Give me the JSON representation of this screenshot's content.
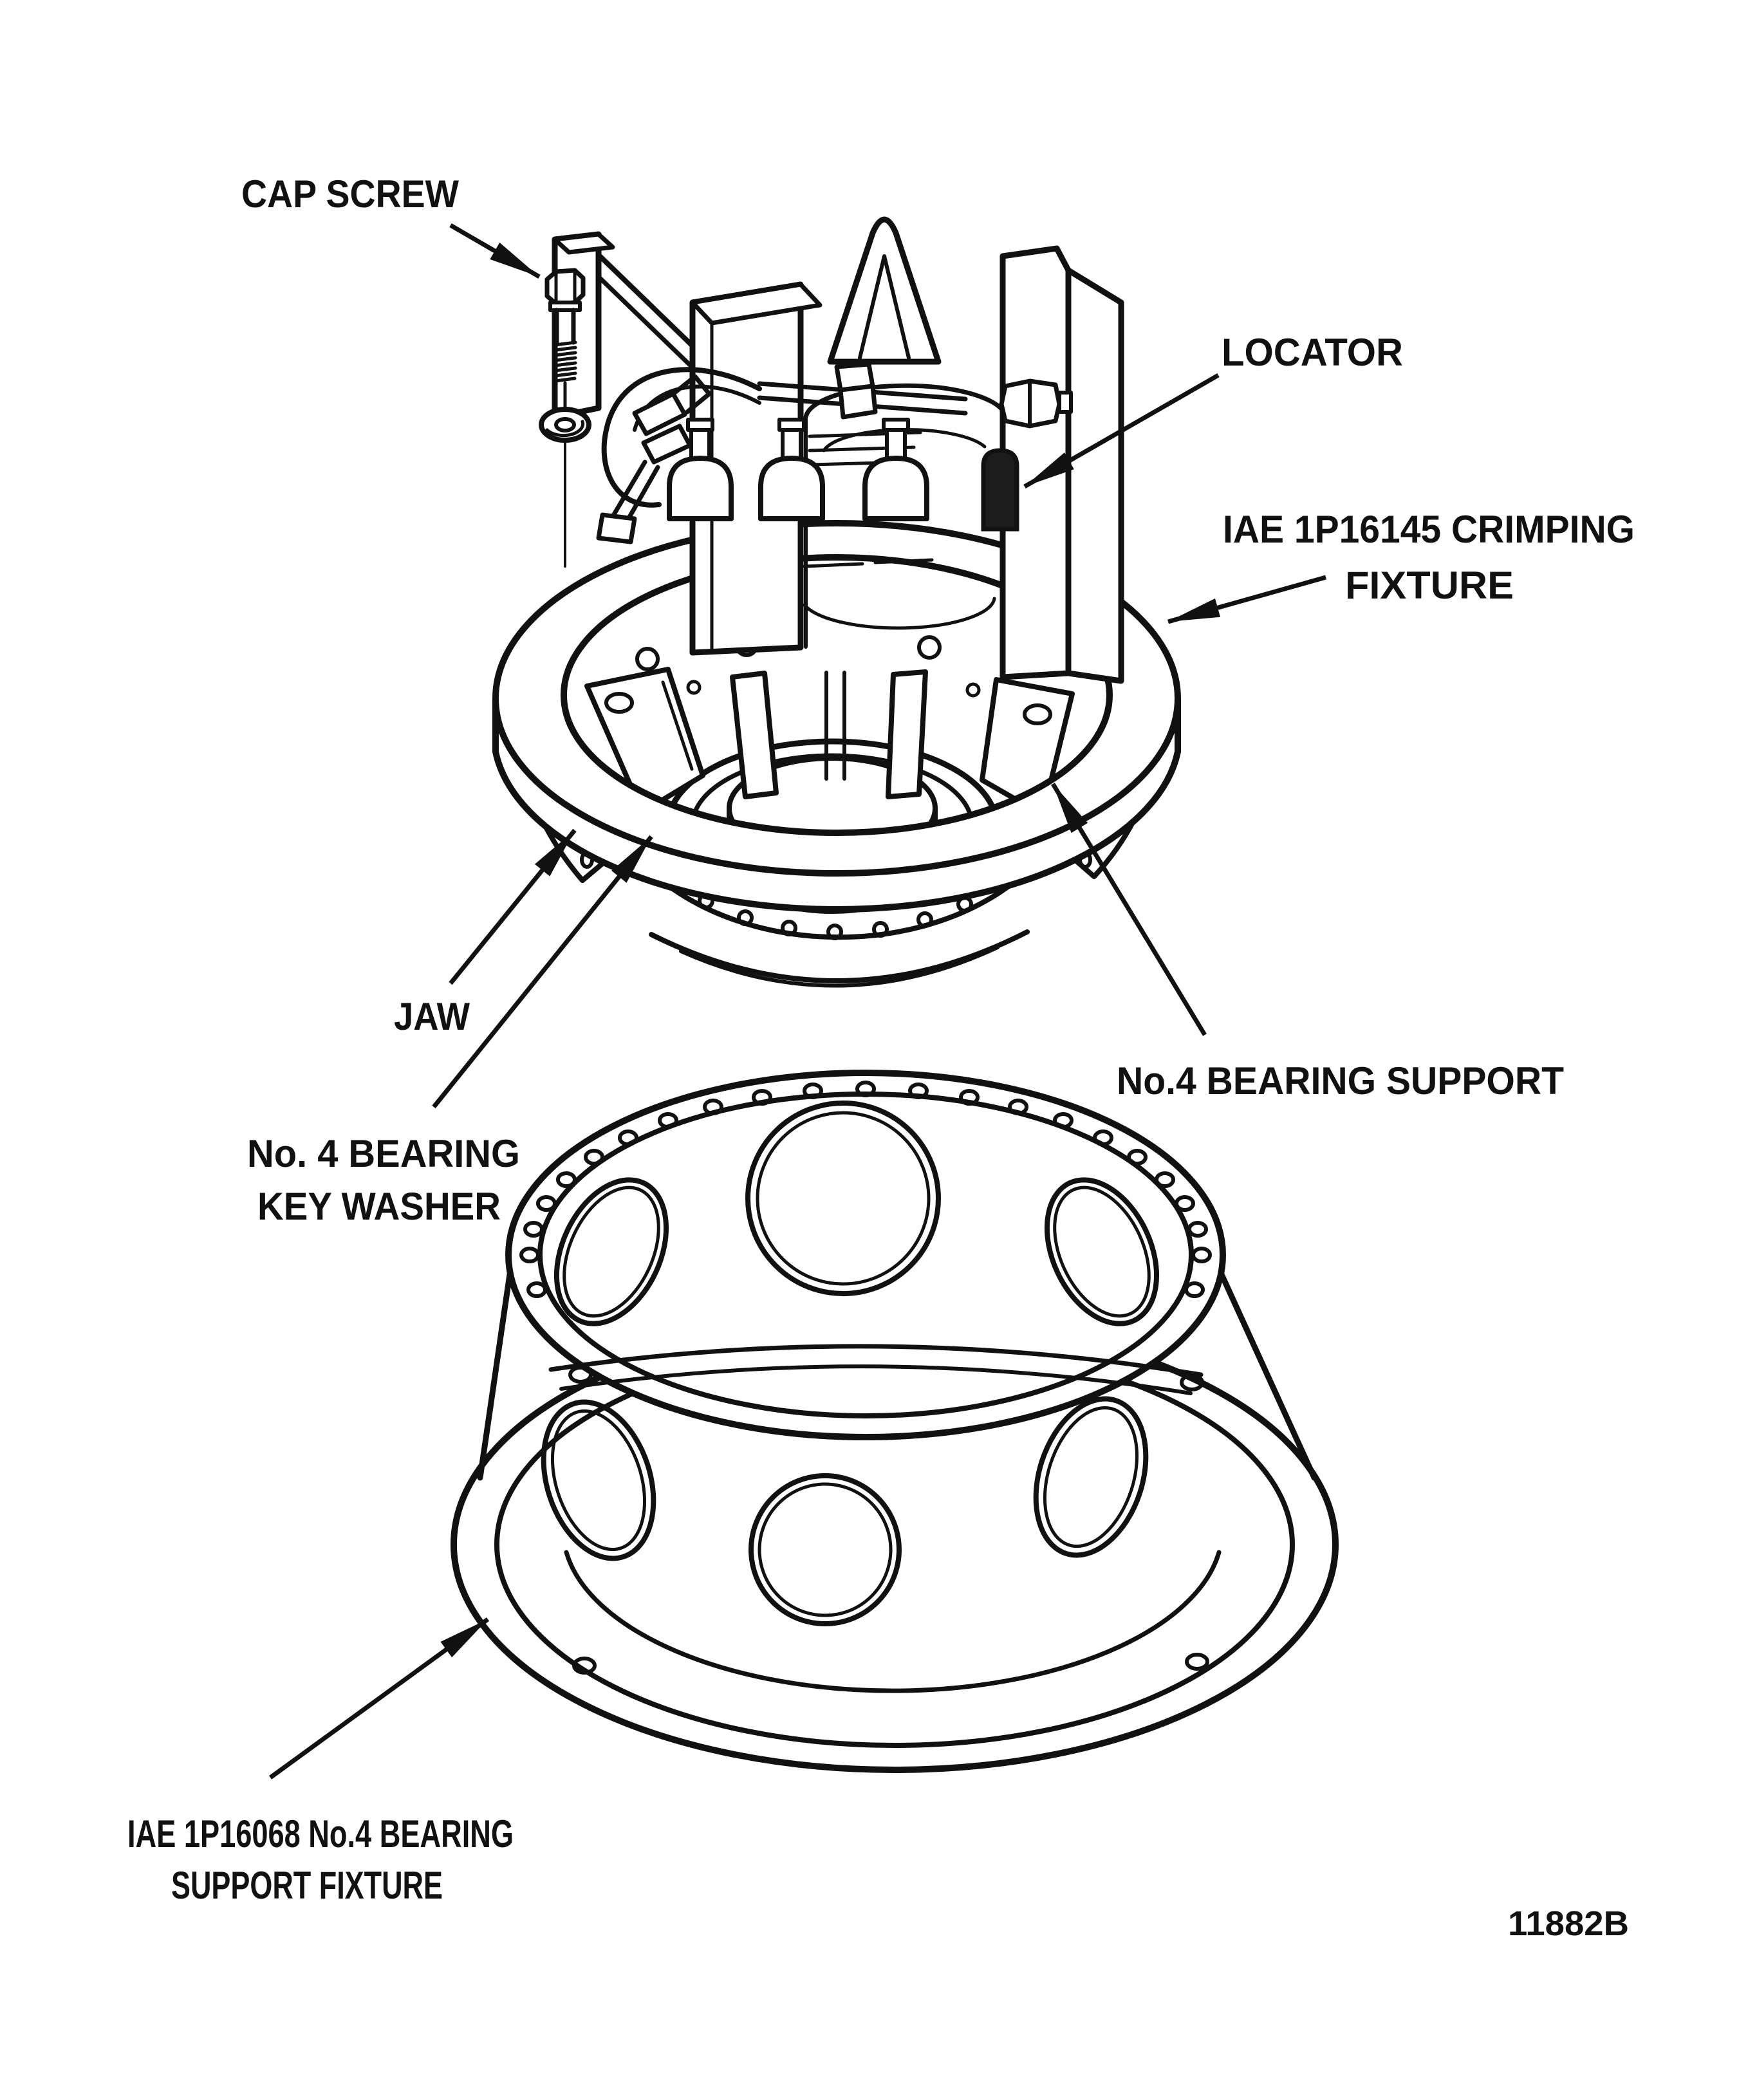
{
  "figure": {
    "type": "technical-illustration",
    "figure_number": "11882B",
    "labels": {
      "cap_screw": "CAP SCREW",
      "locator": "LOCATOR",
      "crimping_fixture_1": "IAE 1P16145 CRIMPING",
      "crimping_fixture_2": "FIXTURE",
      "jaw": "JAW",
      "bearing_support": "No.4 BEARING SUPPORT",
      "key_washer_1": "No. 4 BEARING",
      "key_washer_2": "KEY WASHER",
      "support_fixture_1": "IAE 1P16068 No.4 BEARING",
      "support_fixture_2": "SUPPORT FIXTURE"
    },
    "colors": {
      "ink": "#111111",
      "paper": "#ffffff"
    }
  }
}
